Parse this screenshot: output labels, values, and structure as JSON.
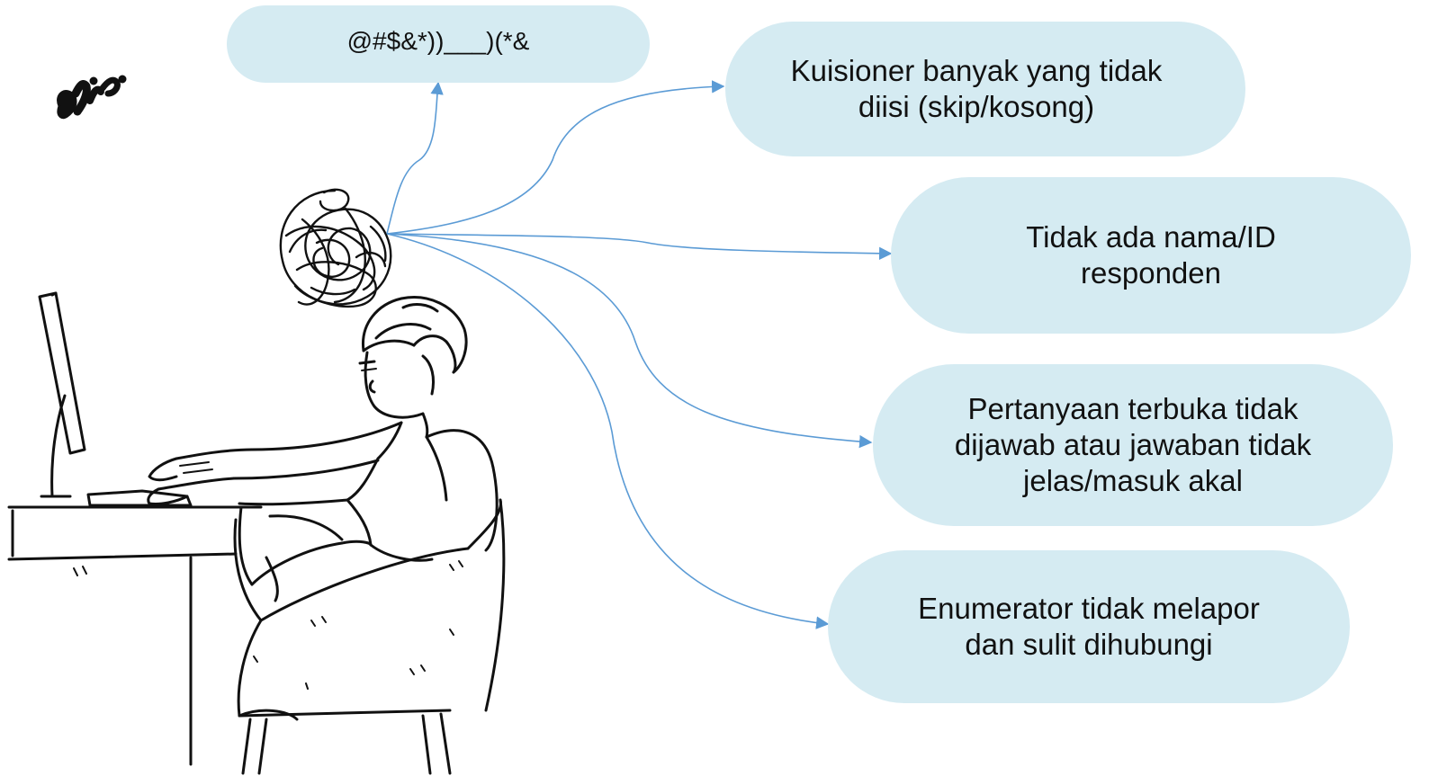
{
  "colors": {
    "bubble_fill": "#d5ebf2",
    "arrow": "#5b9bd5",
    "ink": "#111111"
  },
  "icons": {
    "logo": "handwritten-logo-icon",
    "scribble": "tangled-scribble-thought-icon",
    "person": "person-at-computer-illustration"
  },
  "thought": {
    "text": "@#$&*))___)(*&"
  },
  "issues": [
    {
      "text": "Kuisioner banyak yang tidak\ndiisi (skip/kosong)"
    },
    {
      "text": "Tidak ada nama/ID\nresponden"
    },
    {
      "text": "Pertanyaan terbuka tidak\ndijawab atau jawaban tidak\njelas/masuk akal"
    },
    {
      "text": "Enumerator tidak melapor\ndan sulit dihubungi"
    }
  ]
}
